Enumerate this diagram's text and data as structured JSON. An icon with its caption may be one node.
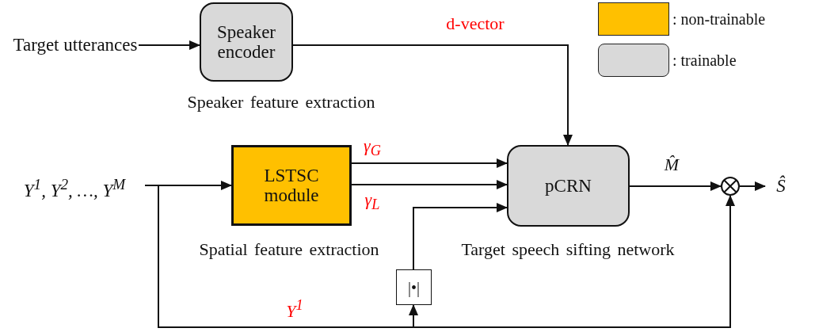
{
  "diagram": {
    "nodes": [
      {
        "text": [
          "Target utterances"
        ]
      },
      {
        "text": [
          "Speaker encoder"
        ],
        "beside": [
          "Speaker feature extraction"
        ]
      },
      {
        "text": [
          "Y$^{1}$, Y$^{2}$, …, Y$^{M}$"
        ]
      },
      {
        "text": [
          "LSTSC module"
        ],
        "beside": [
          "Spatial feature extraction"
        ]
      },
      {
        "text": [
          "pCRN"
        ],
        "beside": [
          "Target speech sifting network"
        ]
      },
      {
        "text": [
          "|•|"
        ]
      },
      {
        "text": [],
        "shape": "circle"
      },
      {
        "text": [
          "Ŝ"
        ]
      }
    ],
    "edges": [
      {
        "from": 0,
        "to": 1,
        "arrow": "to"
      },
      {
        "from": 1,
        "to": 4,
        "arrow": "to",
        "label": "d-vector"
      },
      {
        "from": 3,
        "to": 4,
        "arrow": "to",
        "label": "γ$_{G}$"
      },
      {
        "from": 3,
        "to": 4,
        "arrow": "to",
        "label": "γ$_{L}$"
      },
      {
        "from": 2,
        "to": 3,
        "arrow": "to"
      },
      {
        "from": 2,
        "to": 5,
        "arrow": "to"
      },
      {
        "from": 5,
        "to": 4,
        "arrow": "to"
      },
      {
        "from": 4,
        "to": 6,
        "arrow": "to",
        "label": "M̂"
      },
      {
        "from": 6,
        "to": 7,
        "arrow": "to"
      },
      {
        "from": 2,
        "to": 6,
        "arrow": "to",
        "label": "Y$^{1}$"
      }
    ],
    "legend": [
      {
        "text": ": non-trainable",
        "color": "#ffc000"
      },
      {
        "text": ": trainable",
        "color": "#d9d9d9"
      }
    ]
  }
}
